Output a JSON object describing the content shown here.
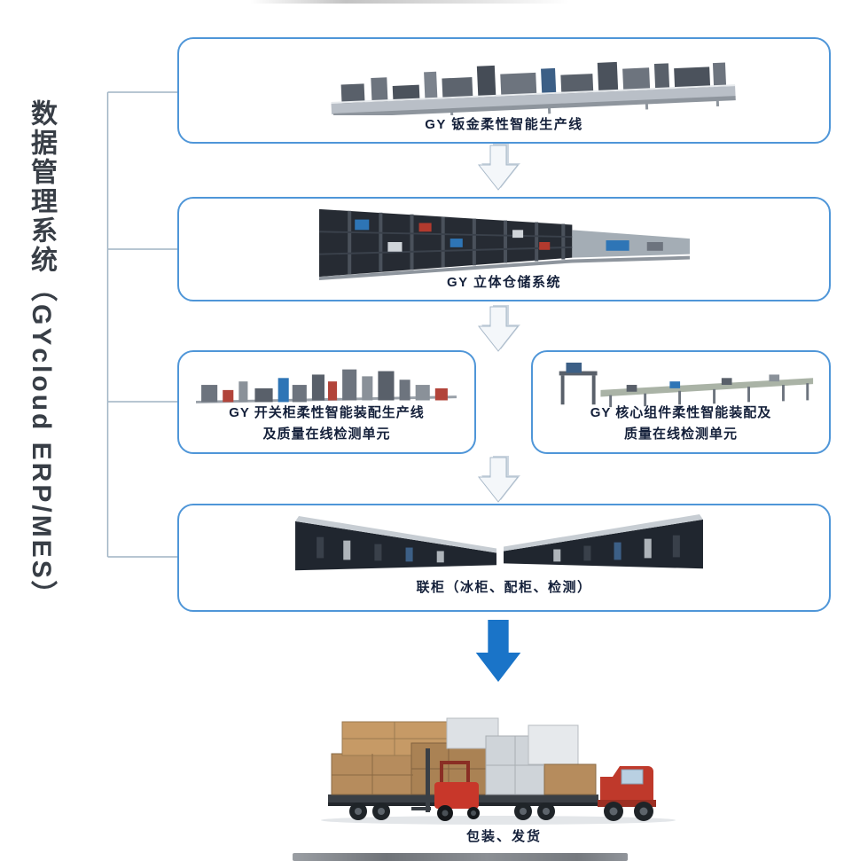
{
  "sidebar": {
    "system_label": "数据管理系统（GYcloud ERP/MES）"
  },
  "flow": {
    "station1": {
      "label": "GY 钣金柔性智能生产线"
    },
    "station2": {
      "label": "GY 立体仓储系统"
    },
    "station3a": {
      "label_line1": "GY 开关柜柔性智能装配生产线",
      "label_line2": "及质量在线检测单元"
    },
    "station3b": {
      "label_line1": "GY 核心组件柔性智能装配及",
      "label_line2": "质量在线检测单元"
    },
    "station4": {
      "label": "联柜（冰柜、配柜、检测）"
    },
    "final_step": {
      "label": "包装、发货"
    }
  },
  "colors": {
    "box_border": "#4f96d8",
    "label_text": "#14203a",
    "flow_arrow_blue": "#1a74c8",
    "connector_line": "#9fb3c4"
  }
}
